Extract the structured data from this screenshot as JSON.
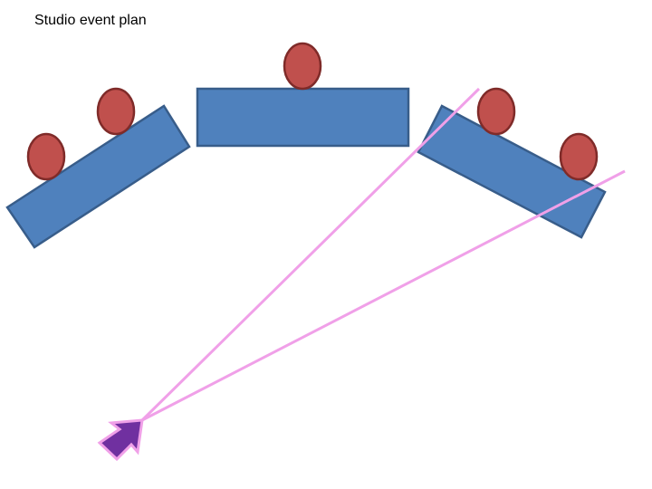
{
  "title": "Studio event plan",
  "colors": {
    "desk_fill": "#4f81bd",
    "desk_stroke": "#385d8a",
    "person_fill": "#c0504d",
    "person_stroke": "#7f2b29",
    "sightline": "#f0a0e8",
    "camera_fill": "#7030a0",
    "camera_stroke": "#f0a0e8"
  },
  "elements": {
    "desks": [
      "left-desk",
      "center-desk",
      "right-desk"
    ],
    "people_count": 5,
    "camera": "camera-arrow-icon",
    "sightlines": 2
  }
}
